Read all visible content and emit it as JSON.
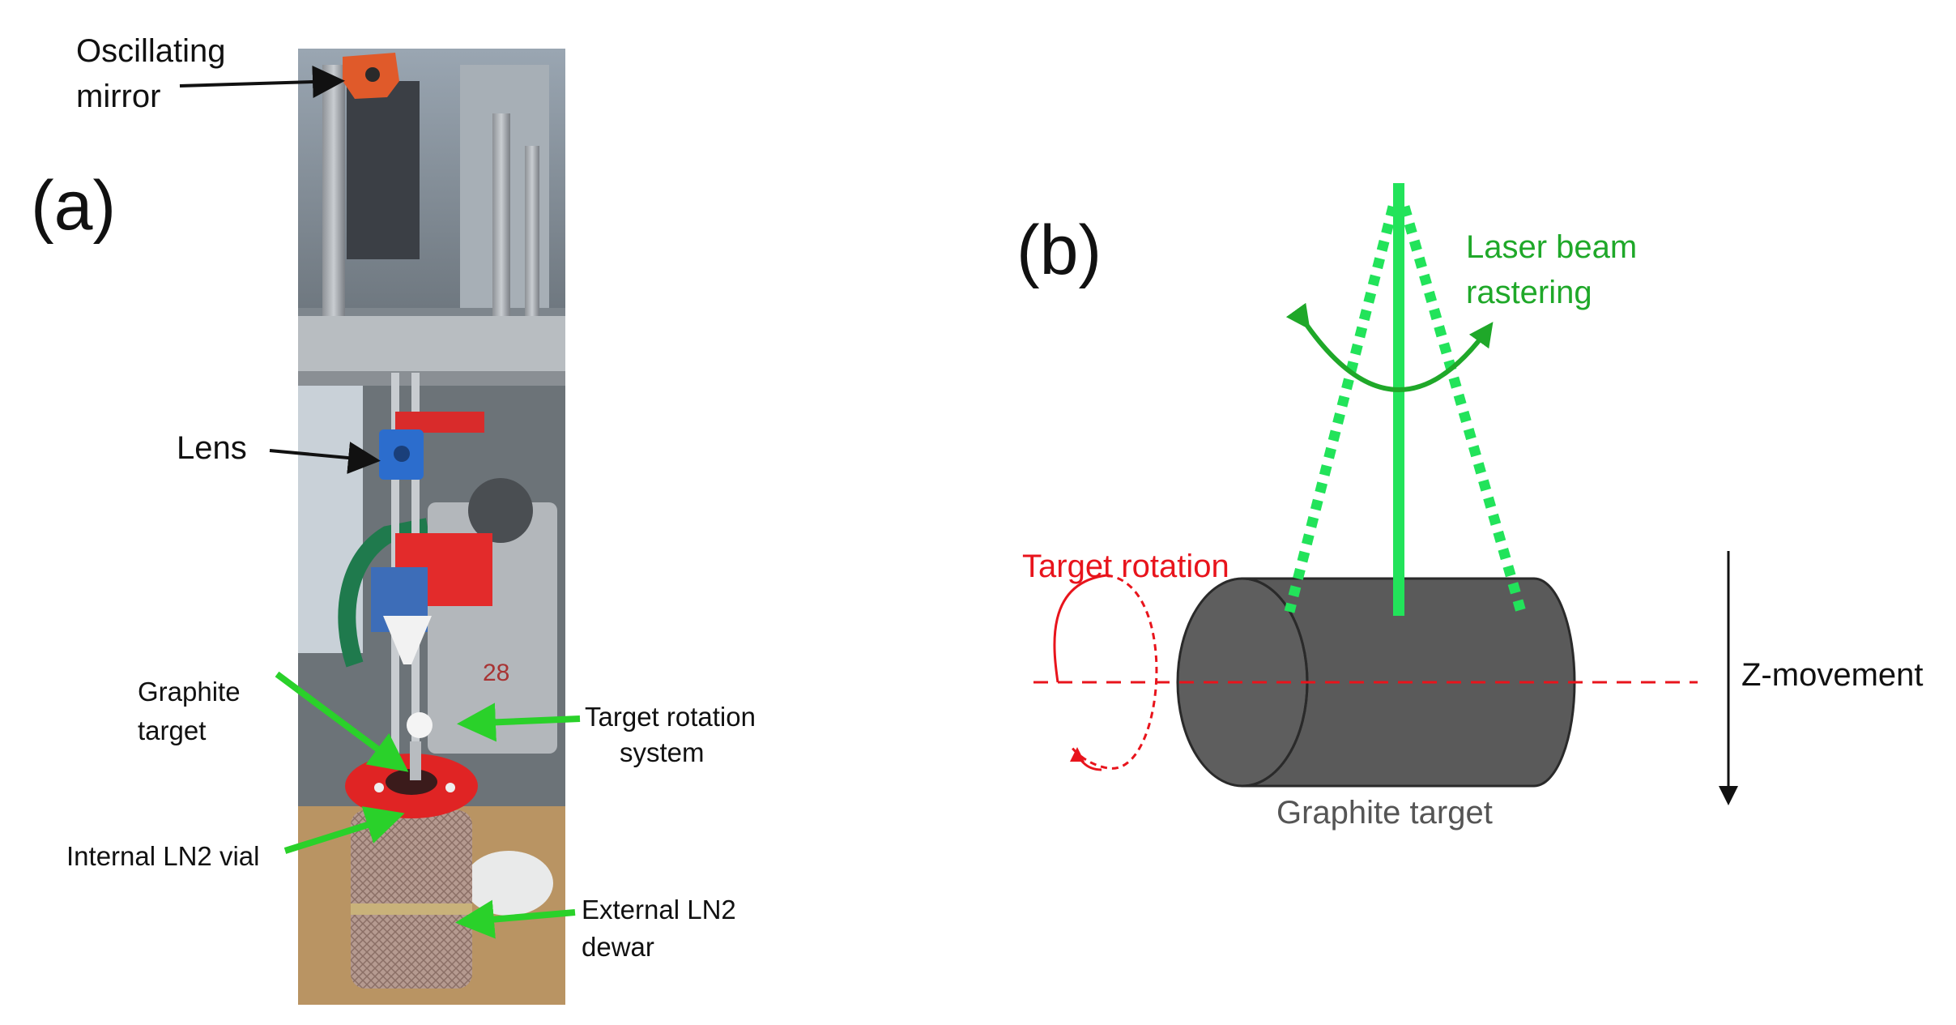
{
  "panel_a": {
    "label": "(a)",
    "photo_desc": "",
    "callouts": {
      "oscillating_mirror": [
        "Oscillating",
        "mirror"
      ],
      "lens": "Lens",
      "graphite_target": [
        "Graphite",
        "target"
      ],
      "target_rotation_system": [
        "Target rotation",
        "system"
      ],
      "internal_vial": "Internal LN2 vial",
      "external_dewar": [
        "External LN2",
        "dewar"
      ]
    },
    "photo_detail_text": "28"
  },
  "panel_b": {
    "label": "(b)",
    "laser_label": [
      "Laser beam",
      "rastering"
    ],
    "rotation_label": "Target rotation",
    "z_label": "Z-movement",
    "target_label": "Graphite target"
  },
  "colors": {
    "laser_green": "#22e35a",
    "arrow_green": "#1fa829",
    "rotation_red": "#e8141c",
    "cylinder_grey": "#555555",
    "callout_green": "#2ad12a"
  }
}
